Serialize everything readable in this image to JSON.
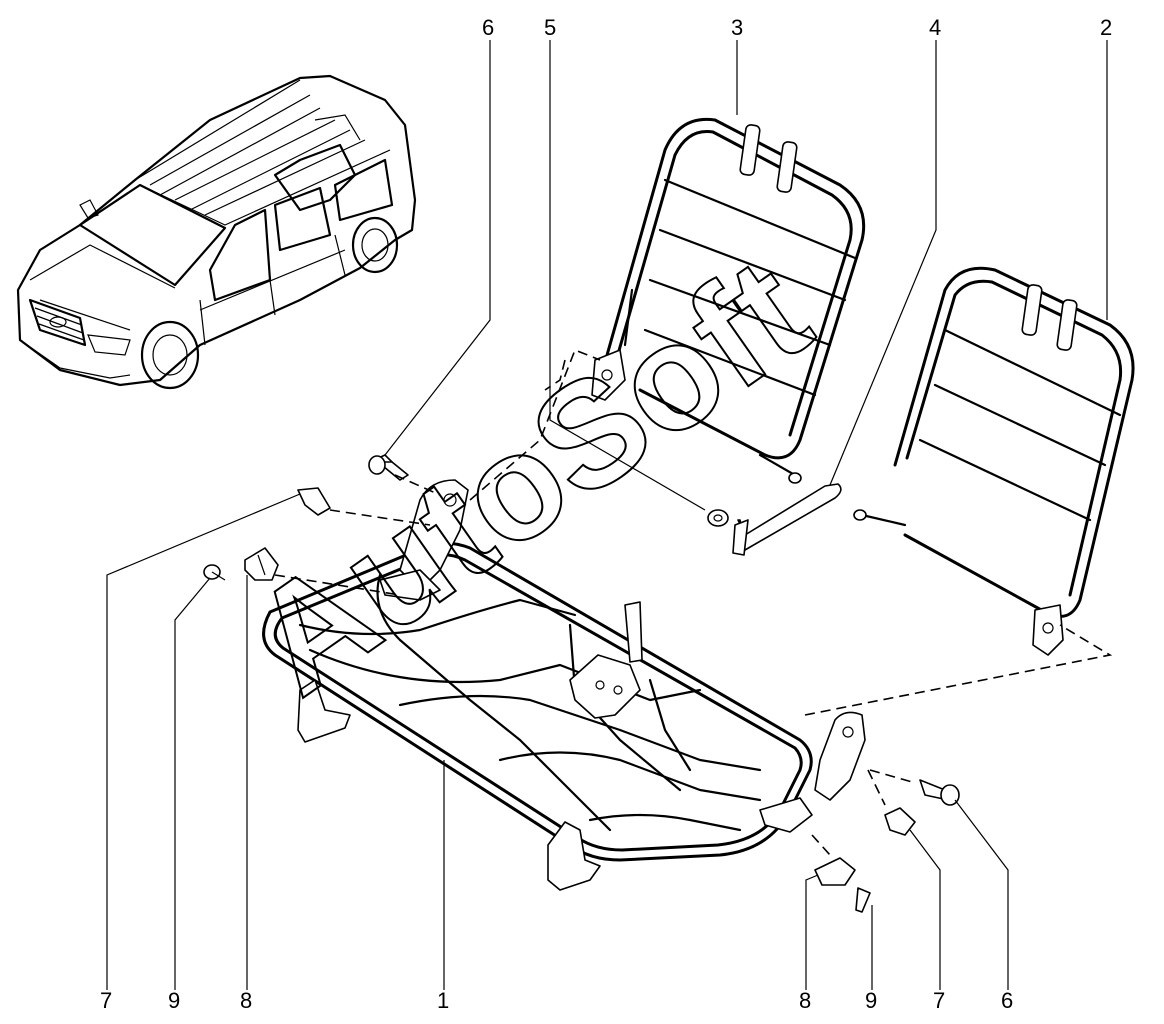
{
  "diagram": {
    "watermark": "AutoSoft",
    "callouts": {
      "top_6": "6",
      "top_5": "5",
      "top_3": "3",
      "top_4": "4",
      "top_2": "2",
      "bottom_7_left": "7",
      "bottom_9_left": "9",
      "bottom_8_left": "8",
      "bottom_1": "1",
      "bottom_8_right": "8",
      "bottom_9_right": "9",
      "bottom_7_right": "7",
      "bottom_6_right": "6"
    }
  }
}
